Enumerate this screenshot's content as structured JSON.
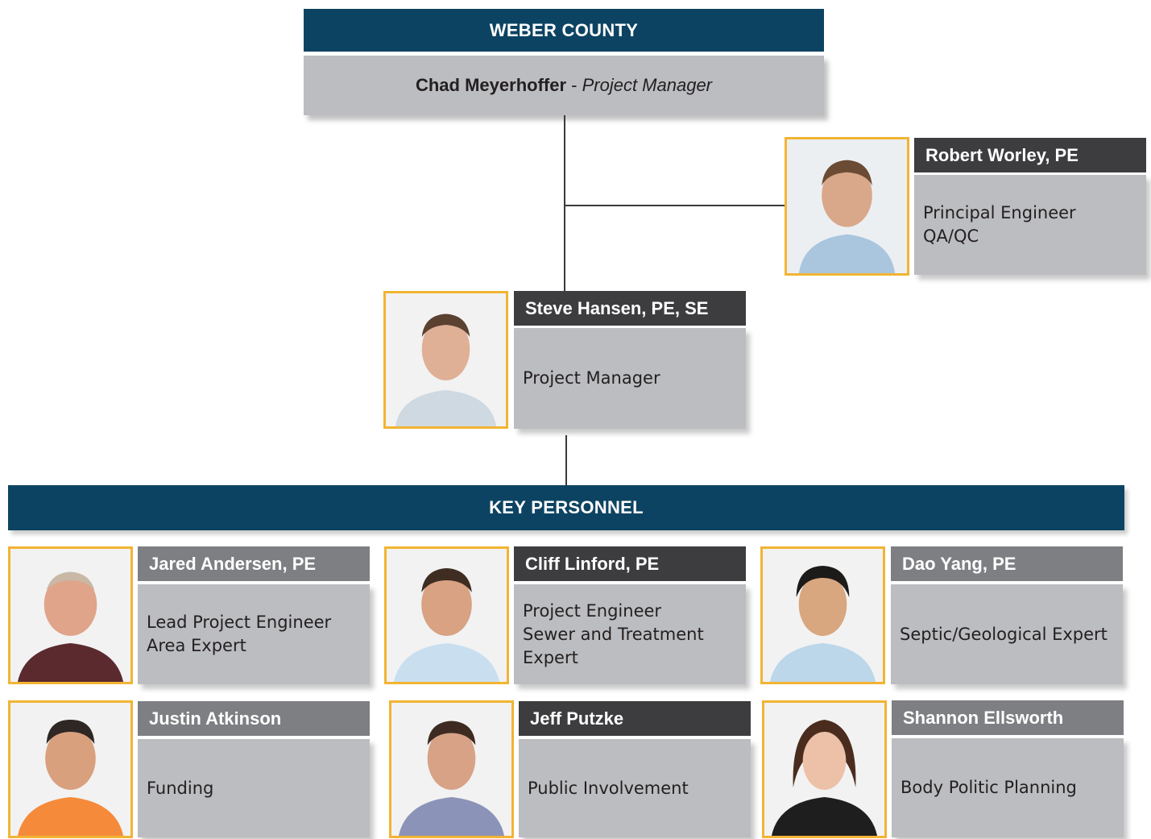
{
  "header": {
    "title": "WEBER COUNTY",
    "lead_name": "Chad Meyerhoffer",
    "lead_sep": " - ",
    "lead_role": "Project Manager"
  },
  "section": {
    "title": "KEY PERSONNEL"
  },
  "principal": {
    "name": "Robert Worley, PE",
    "role_lines": [
      "Principal Engineer",
      "QA/QC"
    ]
  },
  "manager": {
    "name": "Steve Hansen, PE, SE",
    "role_lines": [
      "Project Manager"
    ]
  },
  "personnel": [
    {
      "name": "Jared Andersen, PE",
      "role_lines": [
        "Lead Project Engineer",
        "Area Expert"
      ]
    },
    {
      "name": "Cliff Linford, PE",
      "role_lines": [
        "Project Engineer",
        "Sewer and Treatment",
        "Expert"
      ]
    },
    {
      "name": "Dao Yang, PE",
      "role_lines": [
        "Septic/Geological Expert"
      ]
    },
    {
      "name": "Justin Atkinson",
      "role_lines": [
        "Funding"
      ]
    },
    {
      "name": "Jeff Putzke",
      "role_lines": [
        "Public Involvement"
      ]
    },
    {
      "name": "Shannon Ellsworth",
      "role_lines": [
        "Body Politic Planning"
      ]
    }
  ],
  "colors": {
    "navy": "#0d4362",
    "gold_frame": "#f2b433",
    "name_dark": "#3d3d40",
    "name_mid": "#7e7f82",
    "panel_gray": "#bcbdc0"
  }
}
